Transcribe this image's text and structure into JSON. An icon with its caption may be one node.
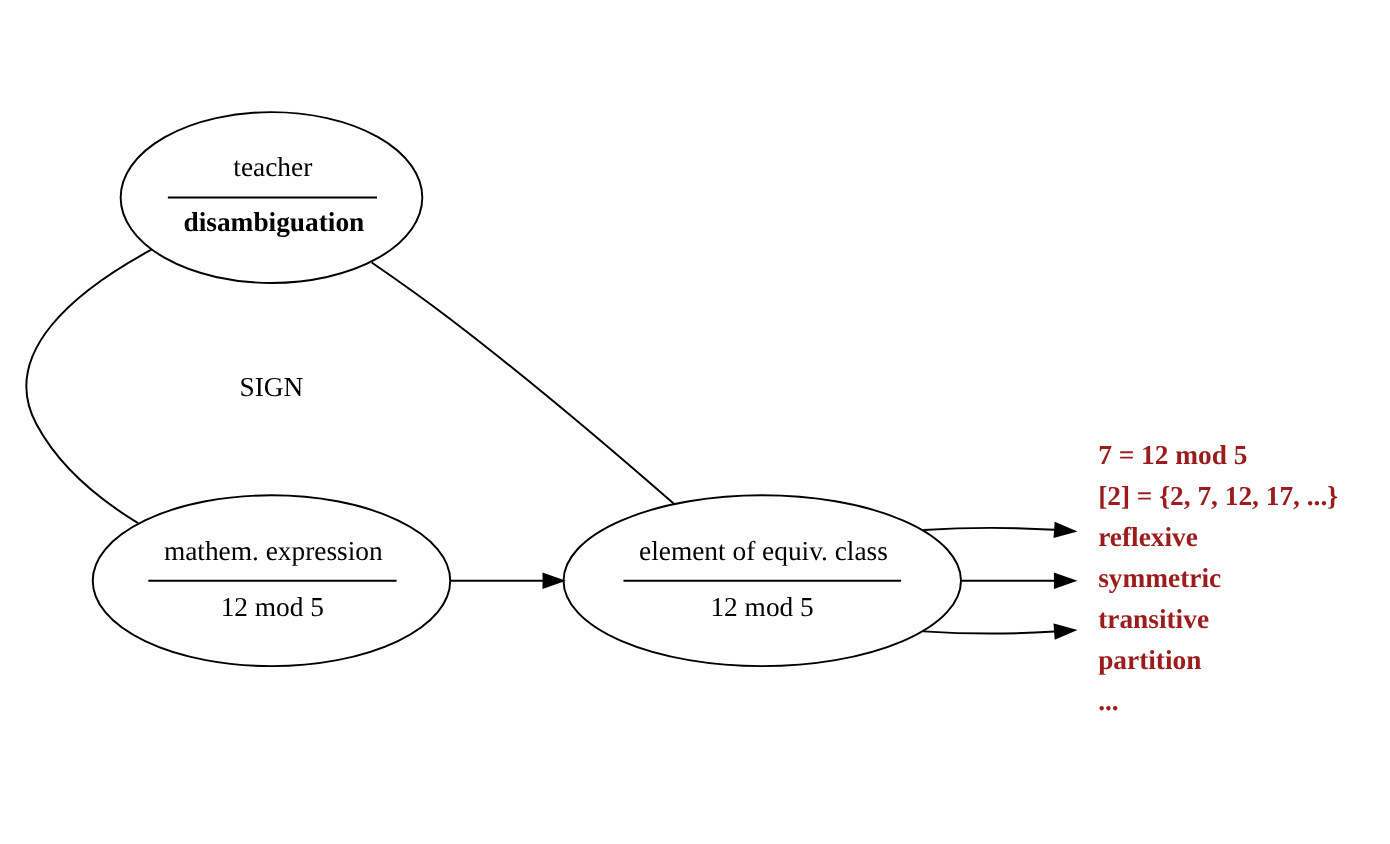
{
  "diagram": {
    "nodes": [
      {
        "text": [
          "teacher",
          "disambiguation"
        ]
      },
      {
        "text": [
          "mathem. expression",
          "12 mod 5"
        ]
      },
      {
        "text": [
          "element of equiv. class",
          "12 mod 5"
        ]
      },
      {
        "text": [
          "7 = 12 mod 5",
          "[2] = {2, 7, 12, 17, ...}",
          "reflexive",
          "symmetric",
          "transitive",
          "partition",
          "..."
        ]
      }
    ],
    "edges": [
      {
        "from": 0,
        "to": 1,
        "arrow": "none"
      },
      {
        "from": 0,
        "to": 2,
        "arrow": "none"
      },
      {
        "from": 1,
        "to": 2,
        "arrow": "to"
      },
      {
        "from": 2,
        "to": 3,
        "arrow": "to"
      },
      {
        "from": 2,
        "to": 3,
        "arrow": "to"
      },
      {
        "from": 2,
        "to": 3,
        "arrow": "to"
      }
    ],
    "labels": [
      "SIGN"
    ]
  }
}
